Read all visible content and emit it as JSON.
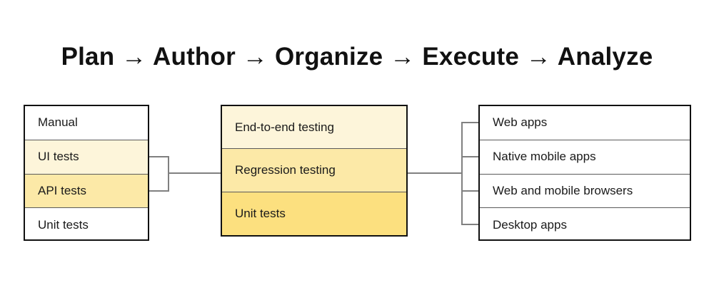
{
  "title": "Plan → Author → Organize → Execute → Analyze",
  "colors": {
    "fill_none": "#ffffff",
    "fill_light": "#fdf5da",
    "fill_mid": "#fce9a7",
    "fill_dark": "#fce07f",
    "box_border": "#111111",
    "row_divider": "#5a5a5a",
    "connector": "#808080",
    "text": "#1a1a1a"
  },
  "columns": {
    "left": {
      "name": "test-types-column",
      "rows": [
        {
          "label": "Manual",
          "fill": "none"
        },
        {
          "label": "UI tests",
          "fill": "light"
        },
        {
          "label": "API tests",
          "fill": "mid"
        },
        {
          "label": "Unit tests",
          "fill": "none"
        }
      ]
    },
    "middle": {
      "name": "test-levels-column",
      "rows": [
        {
          "label": "End-to-end testing",
          "fill": "light"
        },
        {
          "label": "Regression testing",
          "fill": "mid"
        },
        {
          "label": "Unit tests",
          "fill": "dark"
        }
      ]
    },
    "right": {
      "name": "platforms-column",
      "rows": [
        {
          "label": "Web apps",
          "fill": "none"
        },
        {
          "label": "Native mobile apps",
          "fill": "none"
        },
        {
          "label": "Web and mobile browsers",
          "fill": "none"
        },
        {
          "label": "Desktop apps",
          "fill": "none"
        }
      ]
    }
  },
  "connectors": [
    {
      "name": "left-to-middle-bracket",
      "from": "test-types-column",
      "to": "test-levels-column"
    },
    {
      "name": "middle-to-right-bracket",
      "from": "test-levels-column",
      "to": "platforms-column"
    }
  ]
}
